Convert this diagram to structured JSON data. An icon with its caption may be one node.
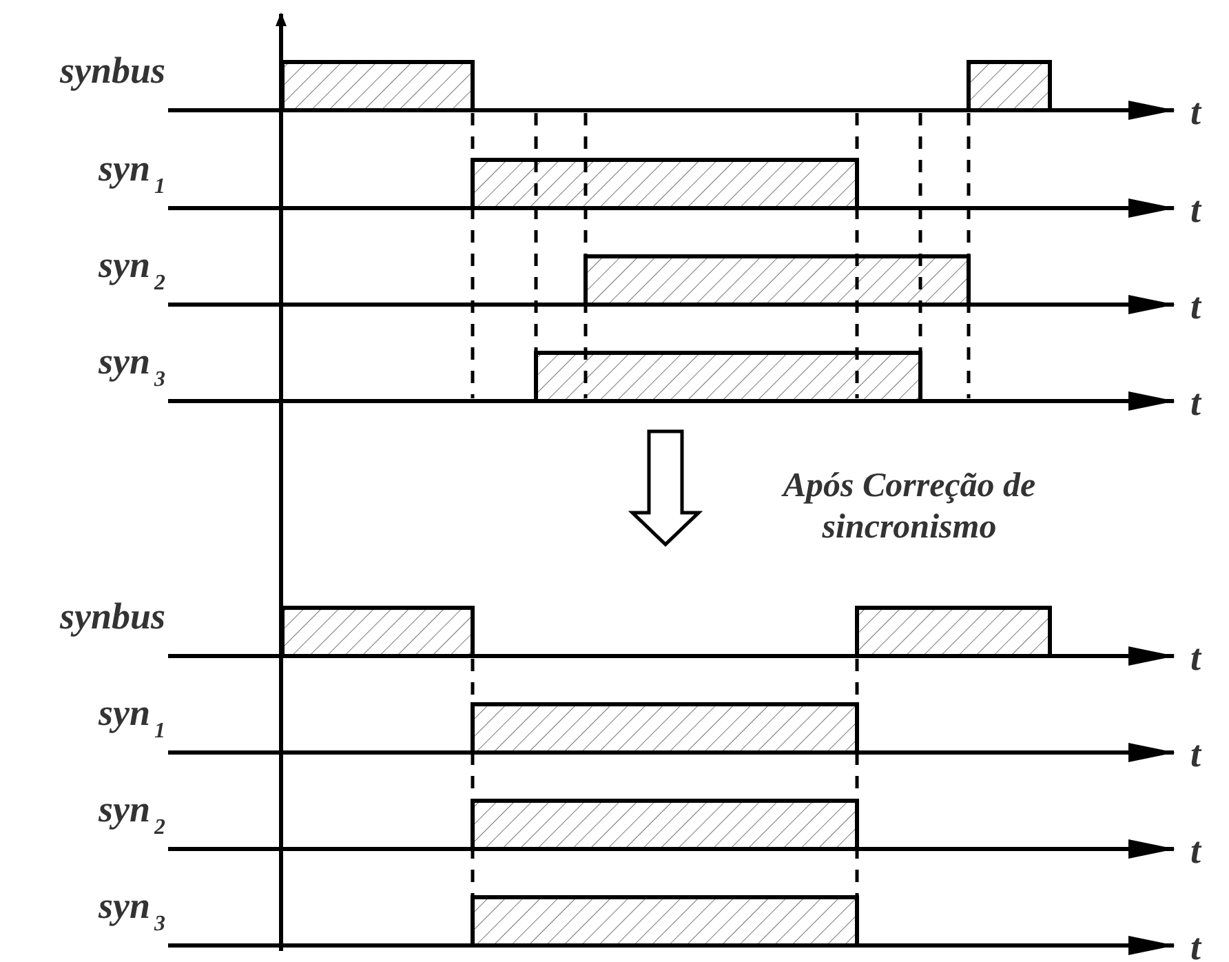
{
  "diagram": {
    "labels": [
      "synbus",
      "t",
      "syn$_{1}$",
      "t",
      "syn$_{2}$",
      "t",
      "syn$_{3}$",
      "t",
      "Após Correção de sincronismo",
      "synbus",
      "t",
      "syn$_{1}$",
      "t",
      "syn$_{2}$",
      "t",
      "syn$_{3}$",
      "t"
    ]
  }
}
